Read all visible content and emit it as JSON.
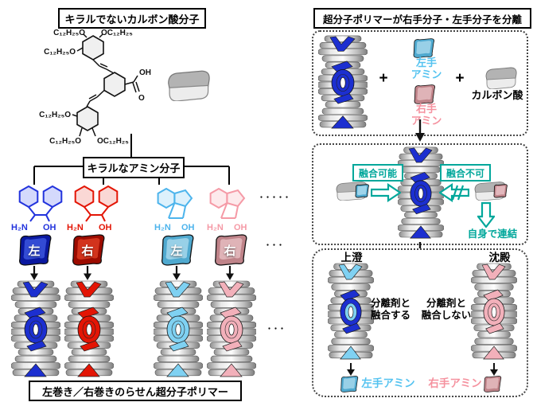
{
  "left": {
    "title": "キラルでないカルボン酸分子",
    "chem": {
      "top_left": "C₁₂H₂₅O",
      "top_right": "OC₁₂H₂₅",
      "mid_left": "C₁₂H₂₅O",
      "bot_left1": "C₁₂H₂₅O",
      "bot_left2": "C₁₂H₂₅O",
      "bot_right": "OC₁₂H₂₅",
      "oh": "OH",
      "o": "O"
    },
    "amine_title": "キラルなアミン分子",
    "amines": [
      {
        "h2n": "H₂N",
        "oh": "OH",
        "tag": "左"
      },
      {
        "h2n": "H₂N",
        "oh": "OH",
        "tag": "右"
      },
      {
        "h2n": "H₂N",
        "oh": "OH",
        "tag": "左"
      },
      {
        "h2n": "H₂N",
        "oh": "OH",
        "tag": "右"
      }
    ],
    "dots_row1": "・・・・・",
    "dots_row2": "・・・",
    "dots_row3": "・・・",
    "caption": "左巻き／右巻きのらせん超分子ポリマー"
  },
  "right": {
    "title": "超分子ポリマーが右手分子・左手分子を分離",
    "plus": "+",
    "left_amine": "左手\nアミン",
    "right_amine": "右手\nアミン",
    "acid_label": "カルボン酸",
    "fuse_ok": "融合可能",
    "fuse_no": "融合不可",
    "self_link": "自身で連結",
    "supernatant": "上澄",
    "precipitate": "沈殿",
    "fuse_with": "分離剤と\n融合する",
    "no_fuse_with": "分離剤と\n融合しない",
    "left_amine_label": "左手アミン",
    "right_amine_label": "右手アミン"
  },
  "colors": {
    "dark_blue": "#1c2fd0",
    "red": "#e31505",
    "light_blue": "#7fd1f2",
    "light_blue_text": "#55c3f0",
    "pink": "#f2b0ba",
    "pink_text": "#f5929f",
    "teal": "#00a79b"
  }
}
